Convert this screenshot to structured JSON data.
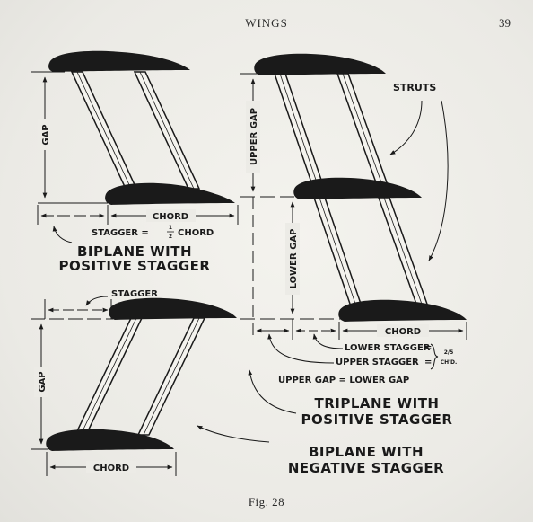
{
  "page": {
    "running_head": "WINGS",
    "page_number": "39",
    "caption": "Fig. 28"
  },
  "figure": {
    "biplane_positive": {
      "gap_label": "GAP",
      "chord_label": "CHORD",
      "stagger_prefix": "STAGGER =",
      "stagger_num": "1",
      "stagger_den": "2",
      "stagger_suffix": "CHORD",
      "title_line1": "BIPLANE WITH",
      "title_line2": "POSITIVE STAGGER"
    },
    "biplane_negative": {
      "stagger_label": "STAGGER",
      "gap_label": "GAP",
      "chord_label": "CHORD",
      "title_line1": "BIPLANE WITH",
      "title_line2": "NEGATIVE STAGGER"
    },
    "triplane": {
      "struts_label": "STRUTS",
      "upper_gap_label": "UPPER GAP",
      "lower_gap_label": "LOWER GAP",
      "chord_label": "CHORD",
      "lower_stagger_label": "LOWER STAGGER",
      "upper_stagger_label": "UPPER STAGGER",
      "stagger_fraction": "2/5",
      "stagger_fraction_unit": "CH'D.",
      "equal_gap_label": "UPPER GAP = LOWER GAP",
      "title_line1": "TRIPLANE WITH",
      "title_line2": "POSITIVE STAGGER"
    }
  },
  "colors": {
    "ink": "#1a1a1a",
    "paper": "#ecebe6"
  }
}
